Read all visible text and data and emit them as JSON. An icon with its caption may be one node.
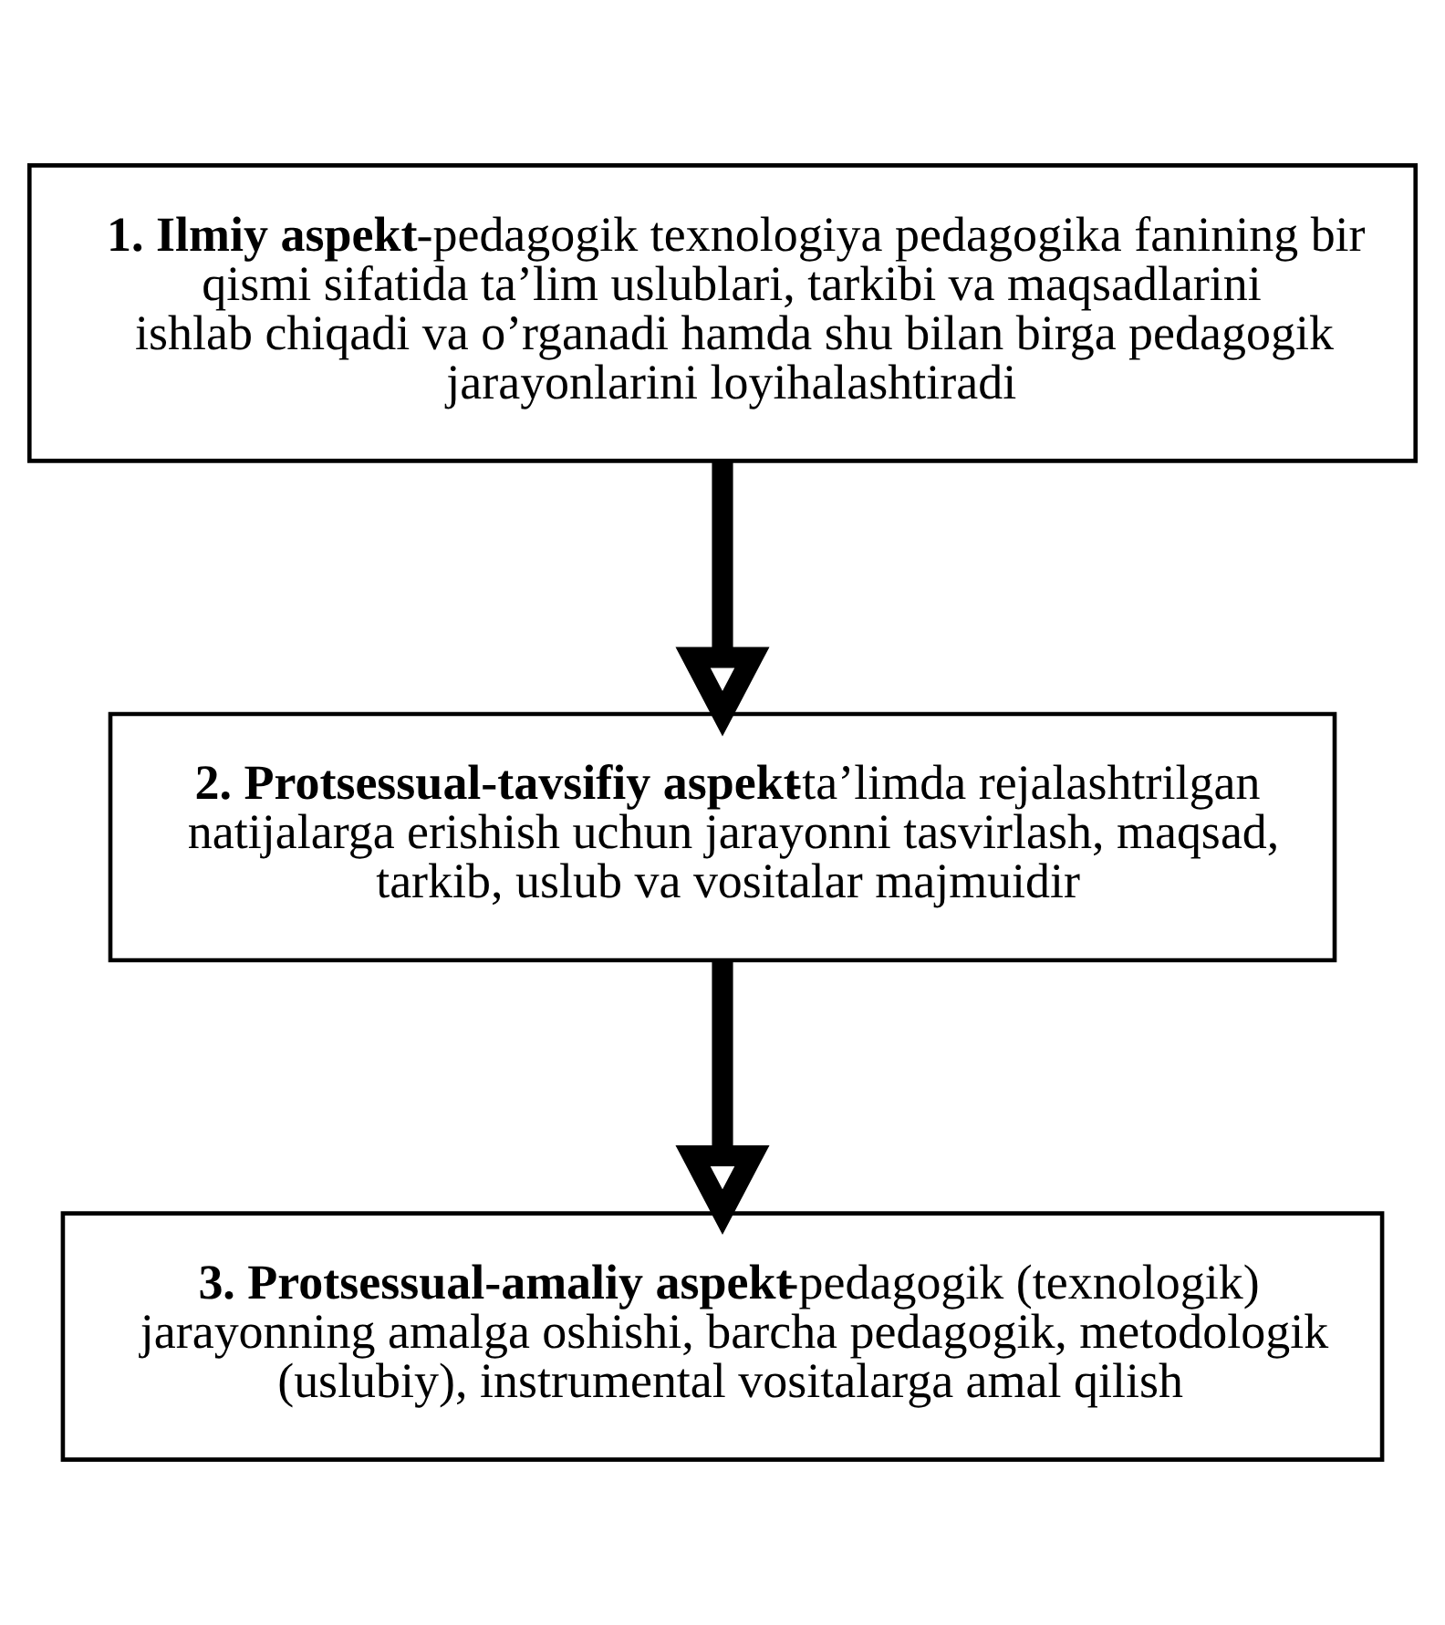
{
  "diagram": {
    "nodes": [
      {
        "text": [
          "**1. Ilmiy aspekt**-pedagogik texnologiya pedagogika fanining bir qismi sifatida ta’lim uslublari, tarkibi va maqsadlarini ishlab chiqadi va o’rganadi hamda shu bilan birga pedagogik jarayonlarini loyihalashtiradi"
        ]
      },
      {
        "text": [
          "**2. Protsessual-tavsifiy aspekt**-ta’limda rejalashtrilgan natijalarga erishish uchun jarayonni tasvirlash, maqsad, tarkib, uslub va vositalar majmuidir"
        ]
      },
      {
        "text": [
          "**3. Protsessual-amaliy aspekt**-pedagogik (texnologik) jarayonning amalga oshishi, barcha pedagogik, metodologik (uslubiy), instrumental vositalarga amal qilish"
        ]
      }
    ],
    "edges": [
      {
        "from": 0,
        "to": 1,
        "arrow": "to"
      },
      {
        "from": 1,
        "to": 2,
        "arrow": "to"
      }
    ]
  }
}
